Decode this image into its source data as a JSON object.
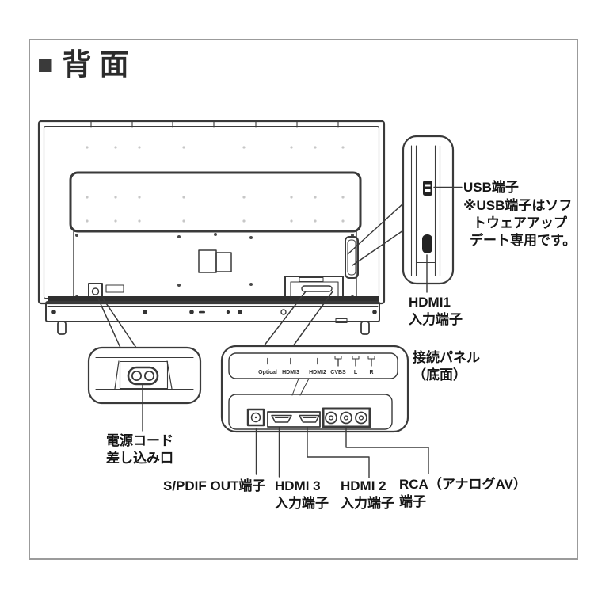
{
  "page": {
    "title_marker": "■",
    "title": "背面"
  },
  "side_detail": {
    "usb_label": "USB端子",
    "usb_note": [
      "※USB端子はソフ",
      "トウェアアップ",
      "デート専用です。"
    ],
    "hdmi1_label": [
      "HDMI1",
      "入力端子"
    ]
  },
  "power_detail": {
    "label": [
      "電源コード",
      "差し込み口"
    ]
  },
  "panel_detail": {
    "label": [
      "接続パネル",
      "（底面）"
    ],
    "port_row_labels": [
      "Optical",
      "HDMI3",
      "HDMI2",
      "CVBS",
      "L",
      "R"
    ],
    "bottom_labels": {
      "spdif": "S/PDIF OUT端子",
      "hdmi3": [
        "HDMI 3",
        "入力端子"
      ],
      "hdmi2": [
        "HDMI 2",
        "入力端子"
      ],
      "rca": [
        "RCA（アナログAV）",
        "端子"
      ]
    }
  },
  "colors": {
    "diagram_line": "#3a3a3a",
    "port_fill": "#222222",
    "frame_border": "#9b9b9b",
    "text": "#111111",
    "background": "#ffffff"
  }
}
